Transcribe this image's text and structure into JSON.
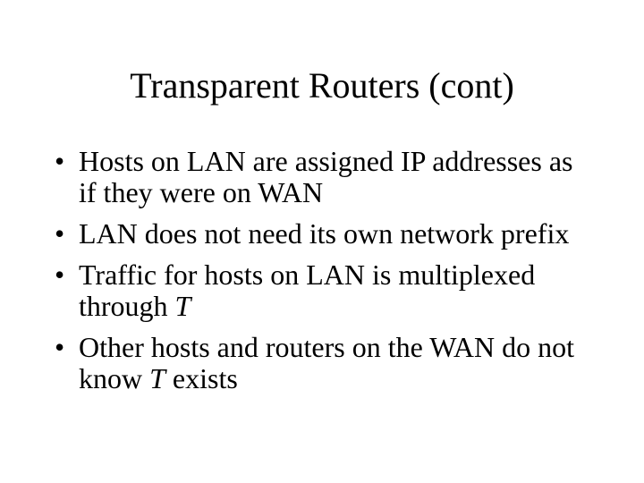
{
  "slide": {
    "title": "Transparent Routers (cont)",
    "background_color": "#ffffff",
    "text_color": "#000000",
    "bullet_glyph": "•",
    "bullets": [
      {
        "text_before": "Hosts on LAN are assigned IP addresses as if they were on WAN",
        "variable": "",
        "text_after": ""
      },
      {
        "text_before": "LAN does not need its own network prefix",
        "variable": "",
        "text_after": ""
      },
      {
        "text_before": "Traffic for hosts on LAN is multiplexed through ",
        "variable": "T",
        "text_after": ""
      },
      {
        "text_before": "Other hosts and routers on the WAN do not know ",
        "variable": "T",
        "text_after": " exists"
      }
    ]
  }
}
